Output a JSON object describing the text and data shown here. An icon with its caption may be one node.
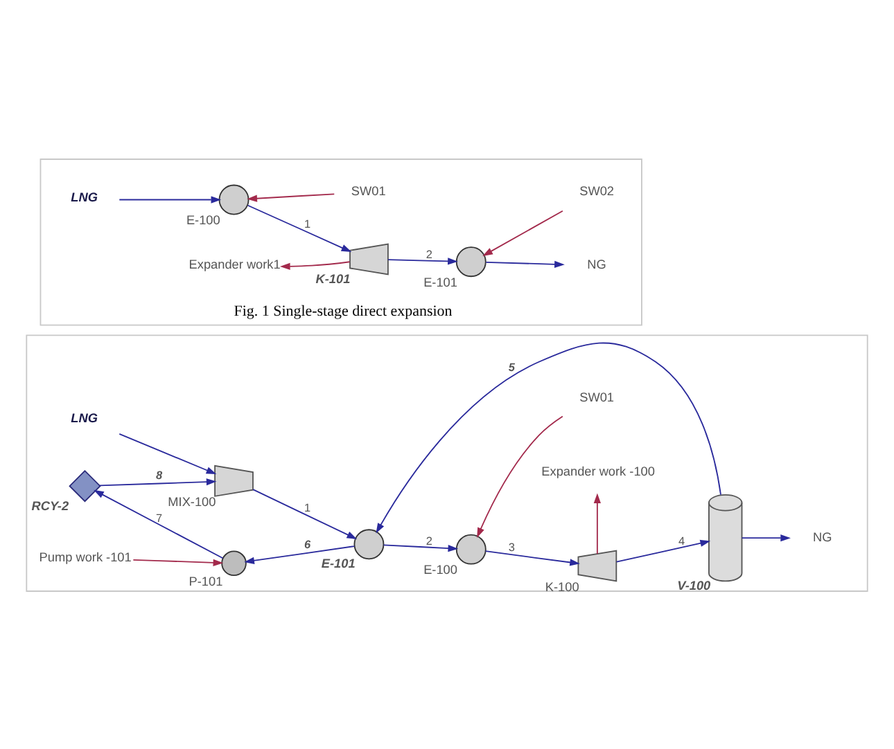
{
  "diagram": {
    "nodes": [
      {
        "text": [
          "Fig. 1 Single-stage direct expansion"
        ]
      },
      {
        "text": [
          "LNG"
        ],
        "in": 0
      },
      {
        "text": [
          "E-100"
        ],
        "in": 0
      },
      {
        "text": [
          "SW01"
        ],
        "in": 0
      },
      {
        "text": [
          "K-101"
        ],
        "in": 0
      },
      {
        "text": [
          "Expander work1"
        ],
        "in": 0
      },
      {
        "text": [
          "E-101"
        ],
        "in": 0
      },
      {
        "text": [
          "SW02"
        ],
        "in": 0
      },
      {
        "text": [
          "NG"
        ],
        "in": 0
      },
      {
        "text": [],
        "shape": "box"
      },
      {
        "text": [
          "LNG"
        ],
        "in": 9
      },
      {
        "text": [
          "MIX-100"
        ],
        "in": 9
      },
      {
        "text": [
          "E-101"
        ],
        "in": 9
      },
      {
        "text": [
          "E-100"
        ],
        "in": 9
      },
      {
        "text": [
          "SW01"
        ],
        "in": 9
      },
      {
        "text": [
          "K-100"
        ],
        "in": 9
      },
      {
        "text": [
          "Expander work -100"
        ],
        "in": 9
      },
      {
        "text": [
          "V-100"
        ],
        "in": 9
      },
      {
        "text": [
          "NG"
        ],
        "in": 9
      },
      {
        "text": [
          "P-101"
        ],
        "in": 9
      },
      {
        "text": [
          "RCY-2"
        ],
        "in": 9
      },
      {
        "text": [
          "Pump work -101"
        ],
        "in": 9
      }
    ],
    "edges": [
      {
        "from": 1,
        "to": 2,
        "arrow": "to"
      },
      {
        "from": 3,
        "to": 2,
        "arrow": "to",
        "color": "#a32a4c"
      },
      {
        "from": 2,
        "to": 4,
        "arrow": "to",
        "label": "1"
      },
      {
        "from": 4,
        "to": 5,
        "arrow": "to",
        "color": "#a32a4c"
      },
      {
        "from": 4,
        "to": 6,
        "arrow": "to",
        "label": "2"
      },
      {
        "from": 7,
        "to": 6,
        "arrow": "to",
        "color": "#a32a4c"
      },
      {
        "from": 6,
        "to": 8,
        "arrow": "to"
      },
      {
        "from": 10,
        "to": 11,
        "arrow": "to"
      },
      {
        "from": 20,
        "to": 11,
        "arrow": "to",
        "label": "8"
      },
      {
        "from": 11,
        "to": 12,
        "arrow": "to",
        "label": "1"
      },
      {
        "from": 12,
        "to": 13,
        "arrow": "to",
        "label": "2"
      },
      {
        "from": 14,
        "to": 13,
        "arrow": "to",
        "color": "#a32a4c"
      },
      {
        "from": 13,
        "to": 15,
        "arrow": "to",
        "label": "3"
      },
      {
        "from": 15,
        "to": 16,
        "arrow": "to",
        "color": "#a32a4c"
      },
      {
        "from": 15,
        "to": 17,
        "arrow": "to",
        "label": "4"
      },
      {
        "from": 17,
        "to": 18,
        "arrow": "to"
      },
      {
        "from": 17,
        "to": 12,
        "arrow": "to",
        "label": "5"
      },
      {
        "from": 12,
        "to": 19,
        "arrow": "to",
        "label": "6"
      },
      {
        "from": 19,
        "to": 20,
        "arrow": "to",
        "label": "7"
      },
      {
        "from": 21,
        "to": 19,
        "arrow": "to",
        "color": "#a32a4c"
      }
    ]
  }
}
